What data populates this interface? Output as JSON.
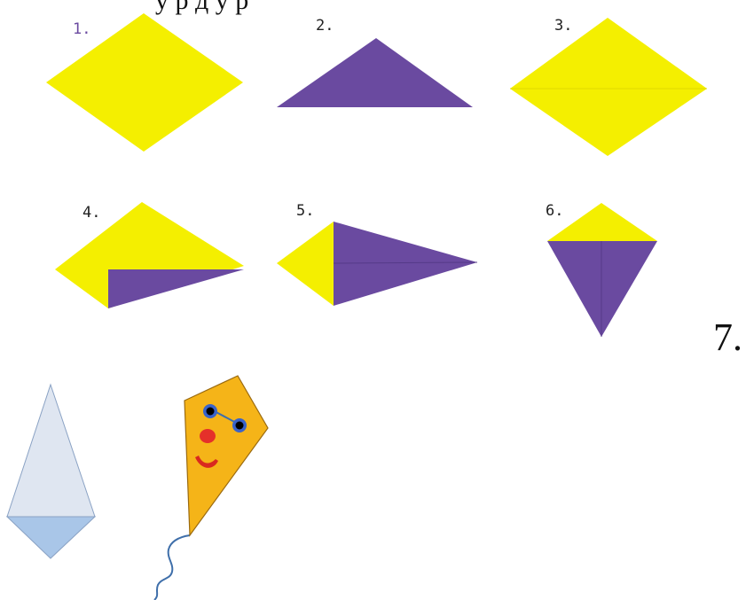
{
  "header_partial": "у                    р          д    у   р",
  "steps": [
    {
      "label": "1."
    },
    {
      "label": "2."
    },
    {
      "label": "3."
    },
    {
      "label": "4."
    },
    {
      "label": "5."
    },
    {
      "label": "6."
    }
  ],
  "step7_label": "7.",
  "colors": {
    "yellow": "#f4ef00",
    "yellow_dark": "#e0d800",
    "purple": "#6a4aa0",
    "purple_dark": "#553a88",
    "step1_label": "#6a4aa0",
    "step_label": "#222222",
    "kite_light": "#dfe6f1",
    "kite_light_bottom": "#a9c6e8",
    "kite_orange": "#f5b418",
    "kite_string": "#3f6faa",
    "eye_blue": "#3a63c9",
    "nose_red": "#e5302a",
    "mouth_red": "#d9281f"
  }
}
